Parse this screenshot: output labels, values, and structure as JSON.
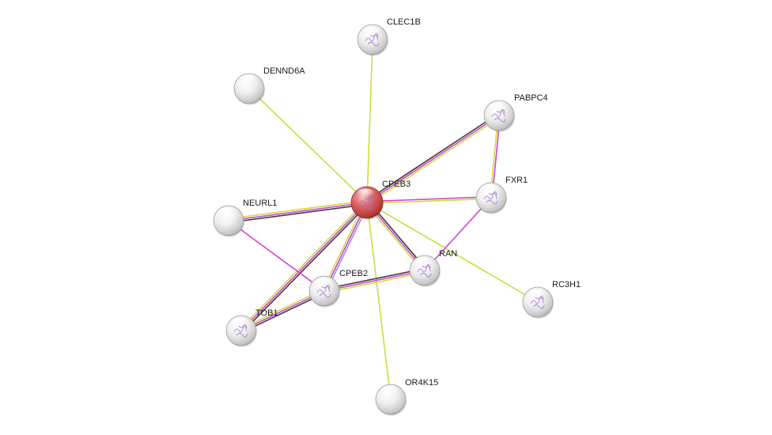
{
  "network": {
    "nodes": [
      {
        "id": "CPEB3",
        "label": "CPEB3",
        "query": true,
        "has_structure": true
      },
      {
        "id": "CLEC1B",
        "label": "CLEC1B",
        "query": false,
        "has_structure": true
      },
      {
        "id": "DENND6A",
        "label": "DENND6A",
        "query": false,
        "has_structure": false
      },
      {
        "id": "PABPC4",
        "label": "PABPC4",
        "query": false,
        "has_structure": true
      },
      {
        "id": "FXR1",
        "label": "FXR1",
        "query": false,
        "has_structure": true
      },
      {
        "id": "NEURL1",
        "label": "NEURL1",
        "query": false,
        "has_structure": false
      },
      {
        "id": "RAN",
        "label": "RAN",
        "query": false,
        "has_structure": true
      },
      {
        "id": "CPEB2",
        "label": "CPEB2",
        "query": false,
        "has_structure": true
      },
      {
        "id": "RC3H1",
        "label": "RC3H1",
        "query": false,
        "has_structure": true
      },
      {
        "id": "TOB1",
        "label": "TOB1",
        "query": false,
        "has_structure": true
      },
      {
        "id": "OR4K15",
        "label": "OR4K15",
        "query": false,
        "has_structure": false
      }
    ],
    "edges": [
      {
        "source": "CPEB3",
        "target": "CLEC1B",
        "evidence": [
          "textmining"
        ]
      },
      {
        "source": "CPEB3",
        "target": "DENND6A",
        "evidence": [
          "textmining"
        ]
      },
      {
        "source": "CPEB3",
        "target": "PABPC4",
        "evidence": [
          "coexpression",
          "experiments",
          "textmining"
        ]
      },
      {
        "source": "CPEB3",
        "target": "FXR1",
        "evidence": [
          "experiments",
          "textmining"
        ]
      },
      {
        "source": "CPEB3",
        "target": "NEURL1",
        "evidence": [
          "coexpression",
          "experiments",
          "textmining"
        ]
      },
      {
        "source": "CPEB3",
        "target": "RAN",
        "evidence": [
          "coexpression",
          "experiments",
          "textmining"
        ]
      },
      {
        "source": "CPEB3",
        "target": "CPEB2",
        "evidence": [
          "homology",
          "experiments",
          "textmining"
        ]
      },
      {
        "source": "CPEB3",
        "target": "RC3H1",
        "evidence": [
          "textmining"
        ]
      },
      {
        "source": "CPEB3",
        "target": "TOB1",
        "evidence": [
          "coexpression",
          "experiments",
          "textmining"
        ]
      },
      {
        "source": "CPEB3",
        "target": "OR4K15",
        "evidence": [
          "textmining"
        ]
      },
      {
        "source": "PABPC4",
        "target": "FXR1",
        "evidence": [
          "experiments",
          "textmining"
        ]
      },
      {
        "source": "FXR1",
        "target": "RAN",
        "evidence": [
          "experiments"
        ]
      },
      {
        "source": "NEURL1",
        "target": "CPEB2",
        "evidence": [
          "experiments"
        ]
      },
      {
        "source": "CPEB2",
        "target": "RAN",
        "evidence": [
          "coexpression",
          "experiments",
          "textmining"
        ]
      },
      {
        "source": "CPEB2",
        "target": "TOB1",
        "evidence": [
          "coexpression",
          "experiments",
          "textmining"
        ]
      }
    ],
    "evidence_colors": {
      "textmining": "#c6df3f",
      "experiments": "#d63fd2",
      "coexpression": "#3a3a3a",
      "homology": "#9a8fe0"
    },
    "node_colors": {
      "query": "#d9484a",
      "default": "#e8e8e8"
    }
  }
}
